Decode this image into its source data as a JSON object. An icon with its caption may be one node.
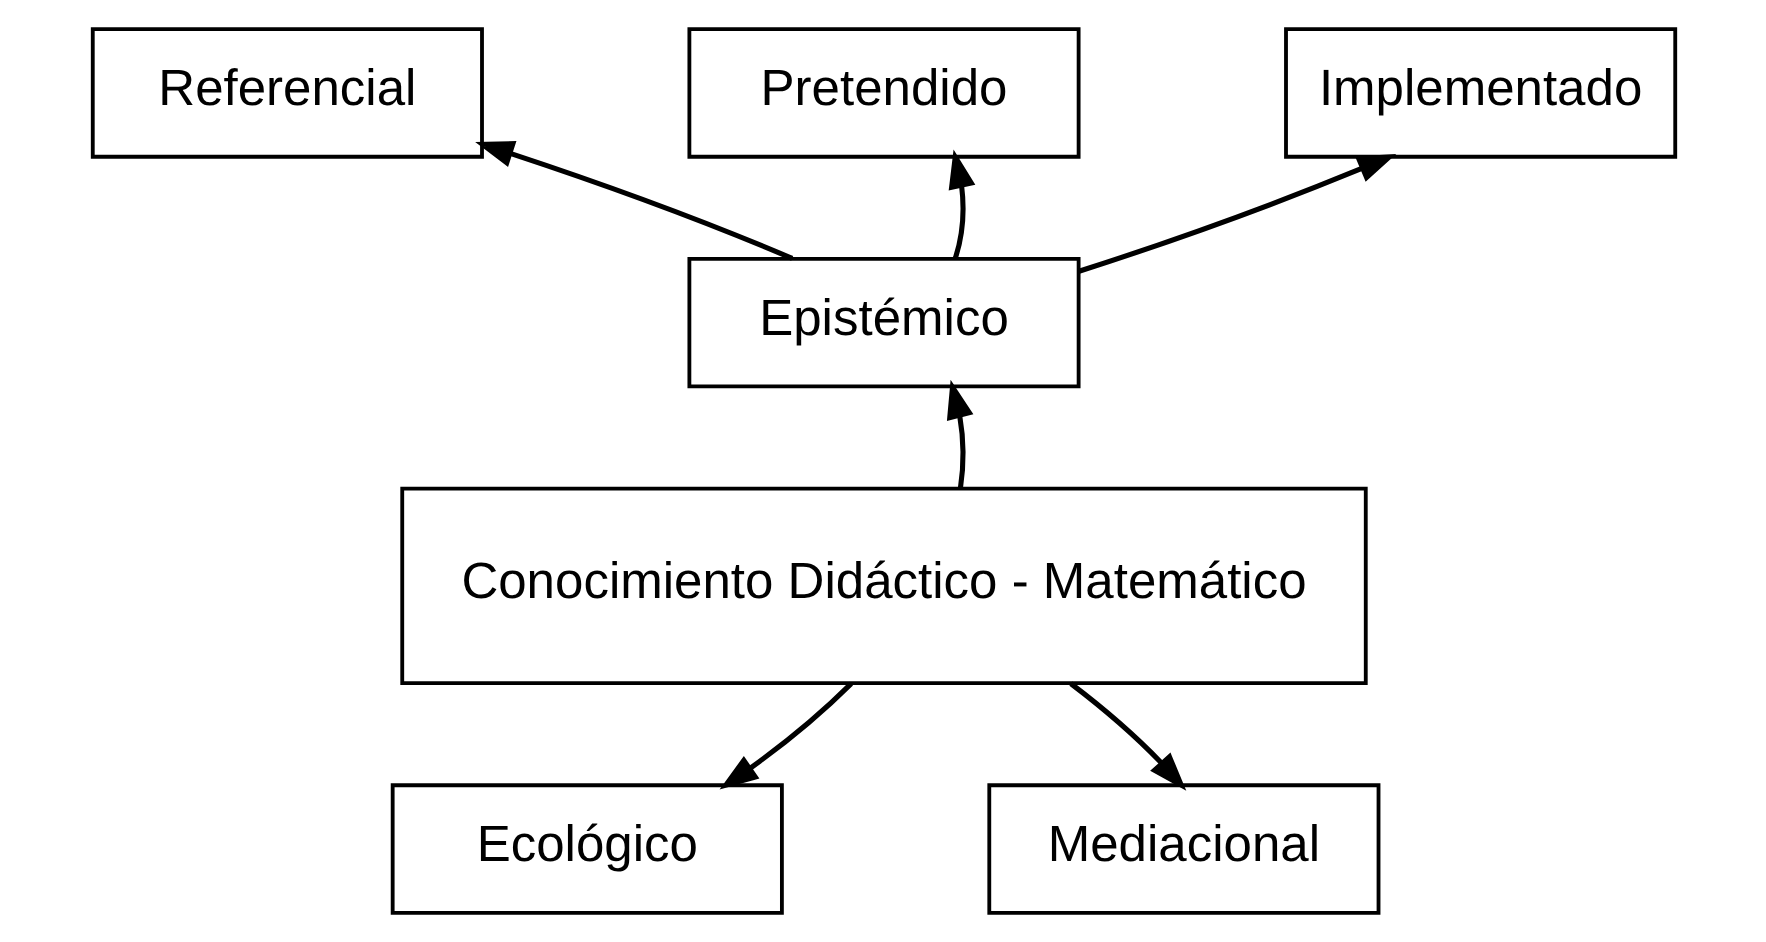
{
  "diagram": {
    "nodes": [
      {
        "text": [
          "Referencial"
        ]
      },
      {
        "text": [
          "Pretendido"
        ]
      },
      {
        "text": [
          "Implementado"
        ]
      },
      {
        "text": [
          "Epistémico"
        ]
      },
      {
        "text": [
          "Conocimiento Didáctico - Matemático"
        ]
      },
      {
        "text": [
          "Ecológico"
        ]
      },
      {
        "text": [
          "Mediacional"
        ]
      }
    ],
    "edges": [
      {
        "from": 3,
        "to": 0,
        "arrow": "to"
      },
      {
        "from": 3,
        "to": 1,
        "arrow": "to"
      },
      {
        "from": 3,
        "to": 2,
        "arrow": "to"
      },
      {
        "from": 4,
        "to": 3,
        "arrow": "to"
      },
      {
        "from": 4,
        "to": 5,
        "arrow": "to"
      },
      {
        "from": 4,
        "to": 6,
        "arrow": "to"
      }
    ]
  }
}
